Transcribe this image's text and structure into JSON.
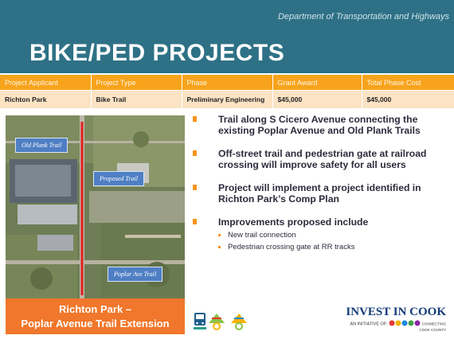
{
  "header": {
    "department": "Department of Transportation and Highways",
    "title": "BIKE/PED PROJECTS"
  },
  "table": {
    "columns": [
      "Project Applicant",
      "Project Type",
      "Phase",
      "Grant Award",
      "Total Phase Cost"
    ],
    "rows": [
      [
        "Richton Park",
        "Bike Trail",
        "Preliminary Engineering",
        "$45,000",
        "$45,000"
      ]
    ]
  },
  "map": {
    "labels": {
      "old_plank": "Old Plank Trail",
      "proposed": "Proposed Trail",
      "poplar_ave": "Poplar Ave Trail"
    },
    "caption_line1": "Richton Park –",
    "caption_line2": "Poplar Avenue Trail Extension",
    "colors": {
      "trail": "#e02020",
      "label_bg": "#4f7fc4",
      "caption_bg": "#f0772b"
    }
  },
  "bullets": [
    {
      "text": "Trail along S Cicero Avenue connecting the existing Poplar Avenue and Old Plank Trails"
    },
    {
      "text": "Off-street trail and pedestrian gate at railroad crossing will improve safety for all users"
    },
    {
      "text": "Project will implement a project identified in Richton Park’s Comp Plan"
    },
    {
      "text": "Improvements proposed include",
      "sub": [
        "New trail connection",
        "Pedestrian crossing gate at RR tracks"
      ]
    }
  ],
  "icons": [
    "transit-icon",
    "bicycle-icon",
    "pedestrian-icon"
  ],
  "branding": {
    "main": "INVEST IN COOK",
    "initiative": "AN INITIATIVE OF:",
    "logo_text": "CONNECTING COOK COUNTY"
  },
  "theme": {
    "header": "#2e7186",
    "accent": "#f7a31b",
    "row": "#fbe3c4",
    "bullet": "#f7941d",
    "brand": "#123a78"
  }
}
